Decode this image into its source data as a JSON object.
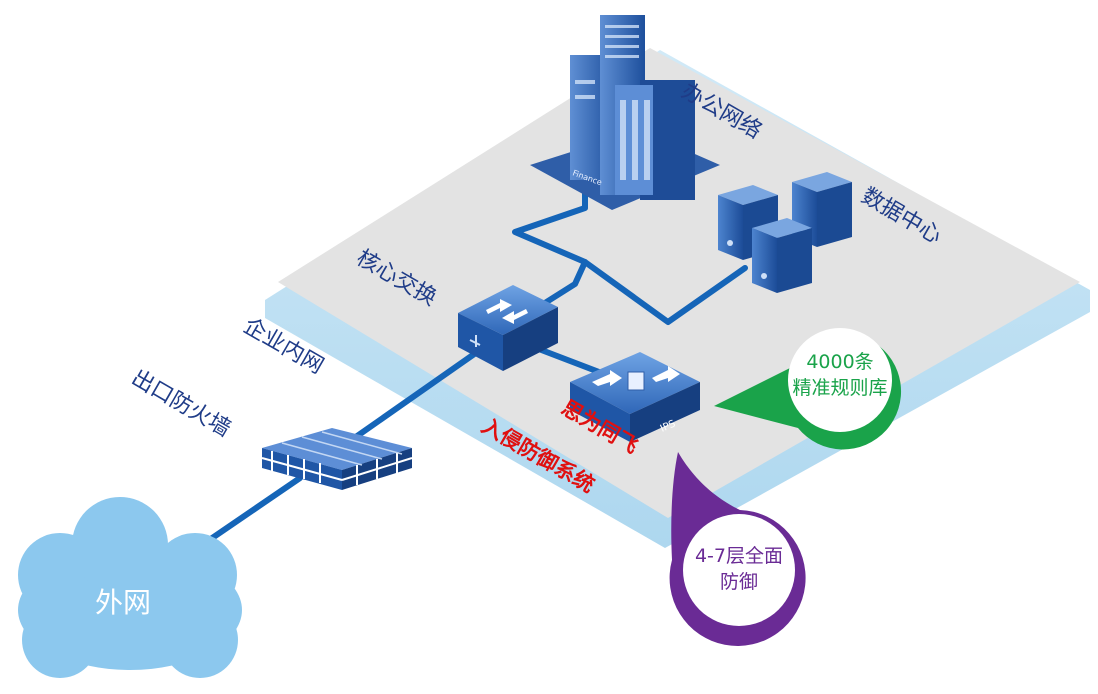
{
  "labels": {
    "office_network": "办公网络",
    "data_center": "数据中心",
    "core_switch": "核心交换",
    "enterprise_intranet": "企业内网",
    "egress_firewall": "出口防火墙",
    "external_network": "外网",
    "ips_vendor": "思为同飞",
    "ips_name": "入侵防御系统",
    "ips_device_text": "IPS",
    "building_sign": "Finance"
  },
  "callouts": {
    "rules": {
      "line1": "4000条",
      "line2": "精准规则库",
      "color": "#1aa34a"
    },
    "layers": {
      "line1": "4-7层全面",
      "line2": "防御",
      "color": "#6a2b95"
    }
  },
  "colors": {
    "link": "#1565b8",
    "platform_top": "#e2e2e2",
    "platform_edge": "#a8d4ee",
    "device": "#2f6fc3",
    "label_text": "#1f3c88",
    "ips_label": "#e01010",
    "cloud": "#8cc8ee"
  }
}
